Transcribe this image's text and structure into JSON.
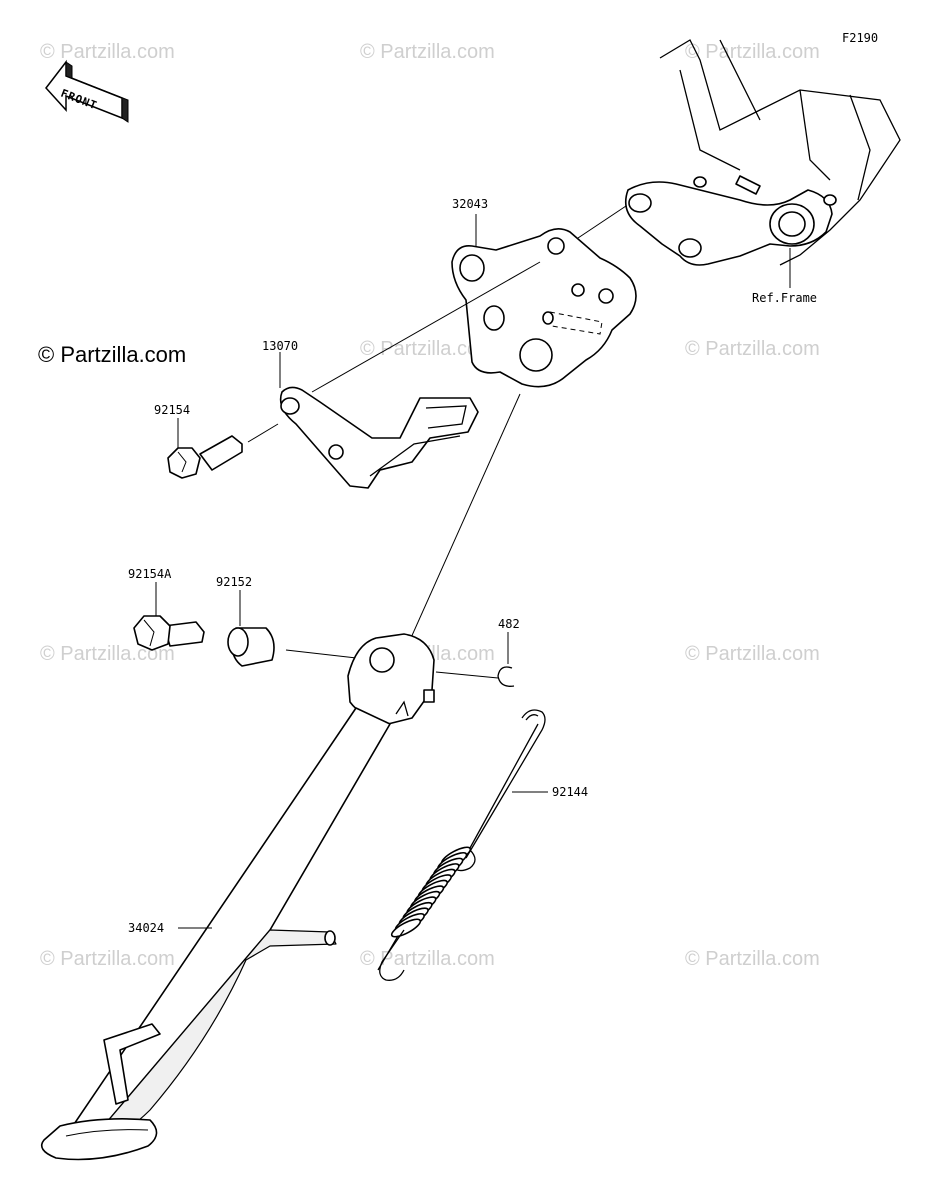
{
  "diagram": {
    "code": "F2190",
    "front_label": "FRONT",
    "ref_frame_label": "Ref.Frame",
    "copyright_main": "© Partzilla.com",
    "watermark_text": "© Partzilla.com"
  },
  "parts": [
    {
      "id": "32043",
      "label": "32043"
    },
    {
      "id": "13070",
      "label": "13070"
    },
    {
      "id": "92154",
      "label": "92154"
    },
    {
      "id": "92154A",
      "label": "92154A"
    },
    {
      "id": "92152",
      "label": "92152"
    },
    {
      "id": "482",
      "label": "482"
    },
    {
      "id": "92144",
      "label": "92144"
    },
    {
      "id": "34024",
      "label": "34024"
    }
  ],
  "colors": {
    "line": "#000000",
    "watermark": "#cfcfcf",
    "background": "#ffffff"
  }
}
